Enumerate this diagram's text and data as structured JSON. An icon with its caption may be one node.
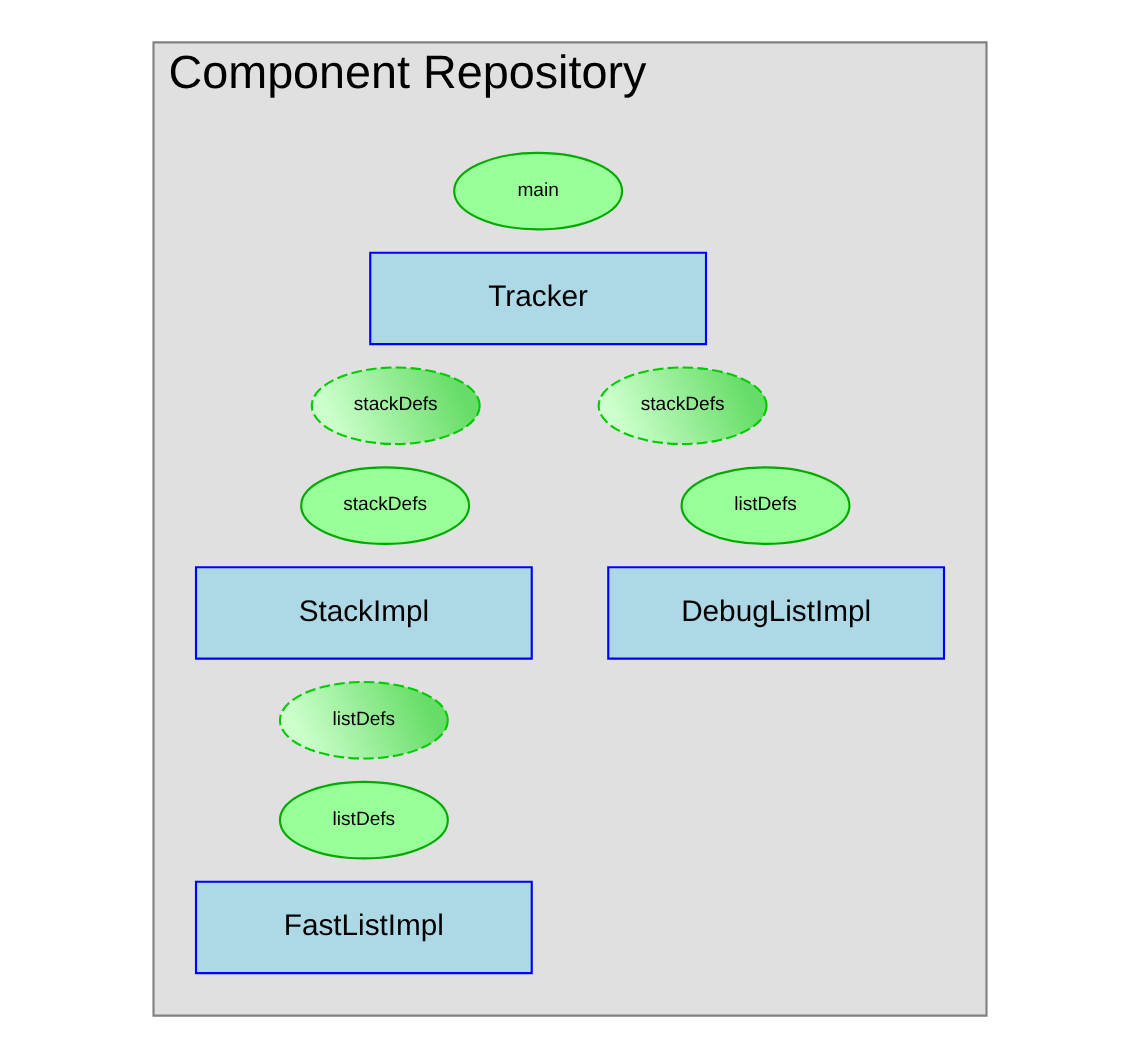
{
  "diagram": {
    "nodes": [
      {
        "text": [
          "Component Repository"
        ]
      },
      {
        "text": [
          "main"
        ],
        "in": 0
      },
      {
        "text": [
          "Tracker"
        ],
        "in": 0
      },
      {
        "text": [
          "stackDefs"
        ],
        "in": 0
      },
      {
        "text": [
          "stackDefs"
        ],
        "in": 0
      },
      {
        "text": [
          "stackDefs"
        ],
        "in": 0
      },
      {
        "text": [
          "listDefs"
        ],
        "in": 0
      },
      {
        "text": [
          "StackImpl"
        ],
        "in": 0
      },
      {
        "text": [
          "DebugListImpl"
        ],
        "in": 0
      },
      {
        "text": [
          "listDefs"
        ],
        "in": 0
      },
      {
        "text": [
          "listDefs"
        ],
        "in": 0
      },
      {
        "text": [
          "FastListImpl"
        ],
        "in": 0
      }
    ]
  }
}
